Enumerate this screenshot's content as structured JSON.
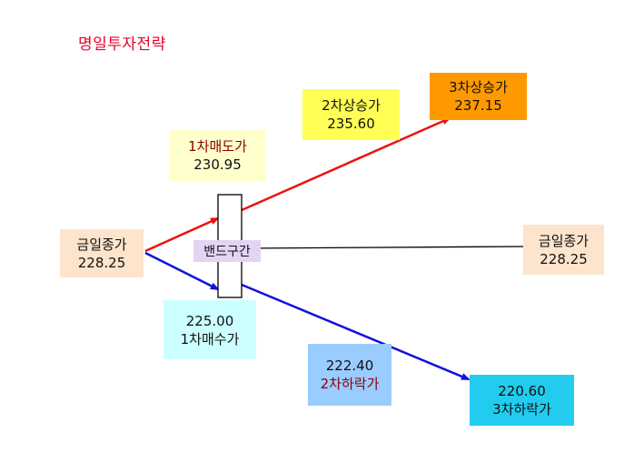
{
  "title": "명일투자전략",
  "close_left": {
    "label": "금일종가",
    "value": "228.25"
  },
  "close_right": {
    "label": "금일종가",
    "value": "228.25"
  },
  "band": {
    "label": "밴드구간"
  },
  "sell1": {
    "label": "1차매도가",
    "value": "230.95"
  },
  "rise2": {
    "label": "2차상승가",
    "value": "235.60"
  },
  "rise3": {
    "label": "3차상승가",
    "value": "237.15"
  },
  "buy1": {
    "value": "225.00",
    "label": "1차매수가"
  },
  "fall2": {
    "value": "222.40",
    "label": "2차하락가"
  },
  "fall3": {
    "value": "220.60",
    "label": "3차하락가"
  },
  "colors": {
    "up_line": "#ee1111",
    "down_line": "#1111dd",
    "flat_line": "#000000",
    "close_box": "#fde4cc",
    "sell1_box": "#ffffcc",
    "rise2_box": "#ffff55",
    "rise3_box": "#ff9900",
    "buy1_box": "#ccffff",
    "fall2_box": "#99ccff",
    "fall3_box": "#22ccee",
    "band_label": "#e4d4f4"
  }
}
